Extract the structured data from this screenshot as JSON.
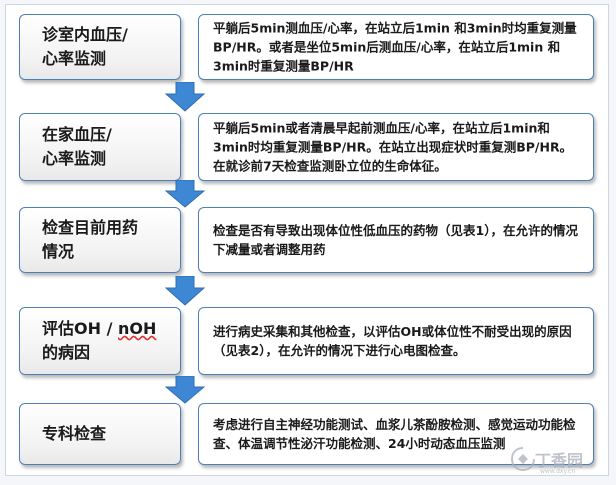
{
  "steps": [
    {
      "title_line1": "诊室内血压/",
      "title_line2": "心率监测",
      "description": "平躺后5min测血压/心率，在站立后1min 和3min时均重复测量BP/HR。或者是坐位5min后测血压/心率，在站立后1min 和3min时重复测量BP/HR"
    },
    {
      "title_line1": "在家血压/",
      "title_line2": "心率监测",
      "description": "平躺后5min或者清晨早起前测血压/心率，在站立后1min和3min时均重复测量BP/HR。在站立出现症状时重复测BP/HR。在就诊前7天检查监测卧立位的生命体征。"
    },
    {
      "title_line1": "检查目前用药",
      "title_line2": "情况",
      "description": "检查是否有导致出现体位性低血压的药物（见表1），在允许的情况下减量或者调整用药"
    },
    {
      "title_line1_a": "评估OH / ",
      "title_line1_b": "nOH",
      "title_line2": "的病因",
      "description": "进行病史采集和其他检查，以评估OH或体位性不耐受出现的原因（见表2），在允许的情况下进行心电图检查。"
    },
    {
      "title_line1": "专科检查",
      "description": "考虑进行自主神经功能测试、血浆儿茶酚胺检测、感觉运动功能检查、体温调节性泌汗功能检测、24小时动态血压监测"
    }
  ],
  "watermark": {
    "brand": "丁香园",
    "url": "www.dxy.cn"
  },
  "colors": {
    "border": "#4d7fb8",
    "arrow": "#3d87d4"
  }
}
